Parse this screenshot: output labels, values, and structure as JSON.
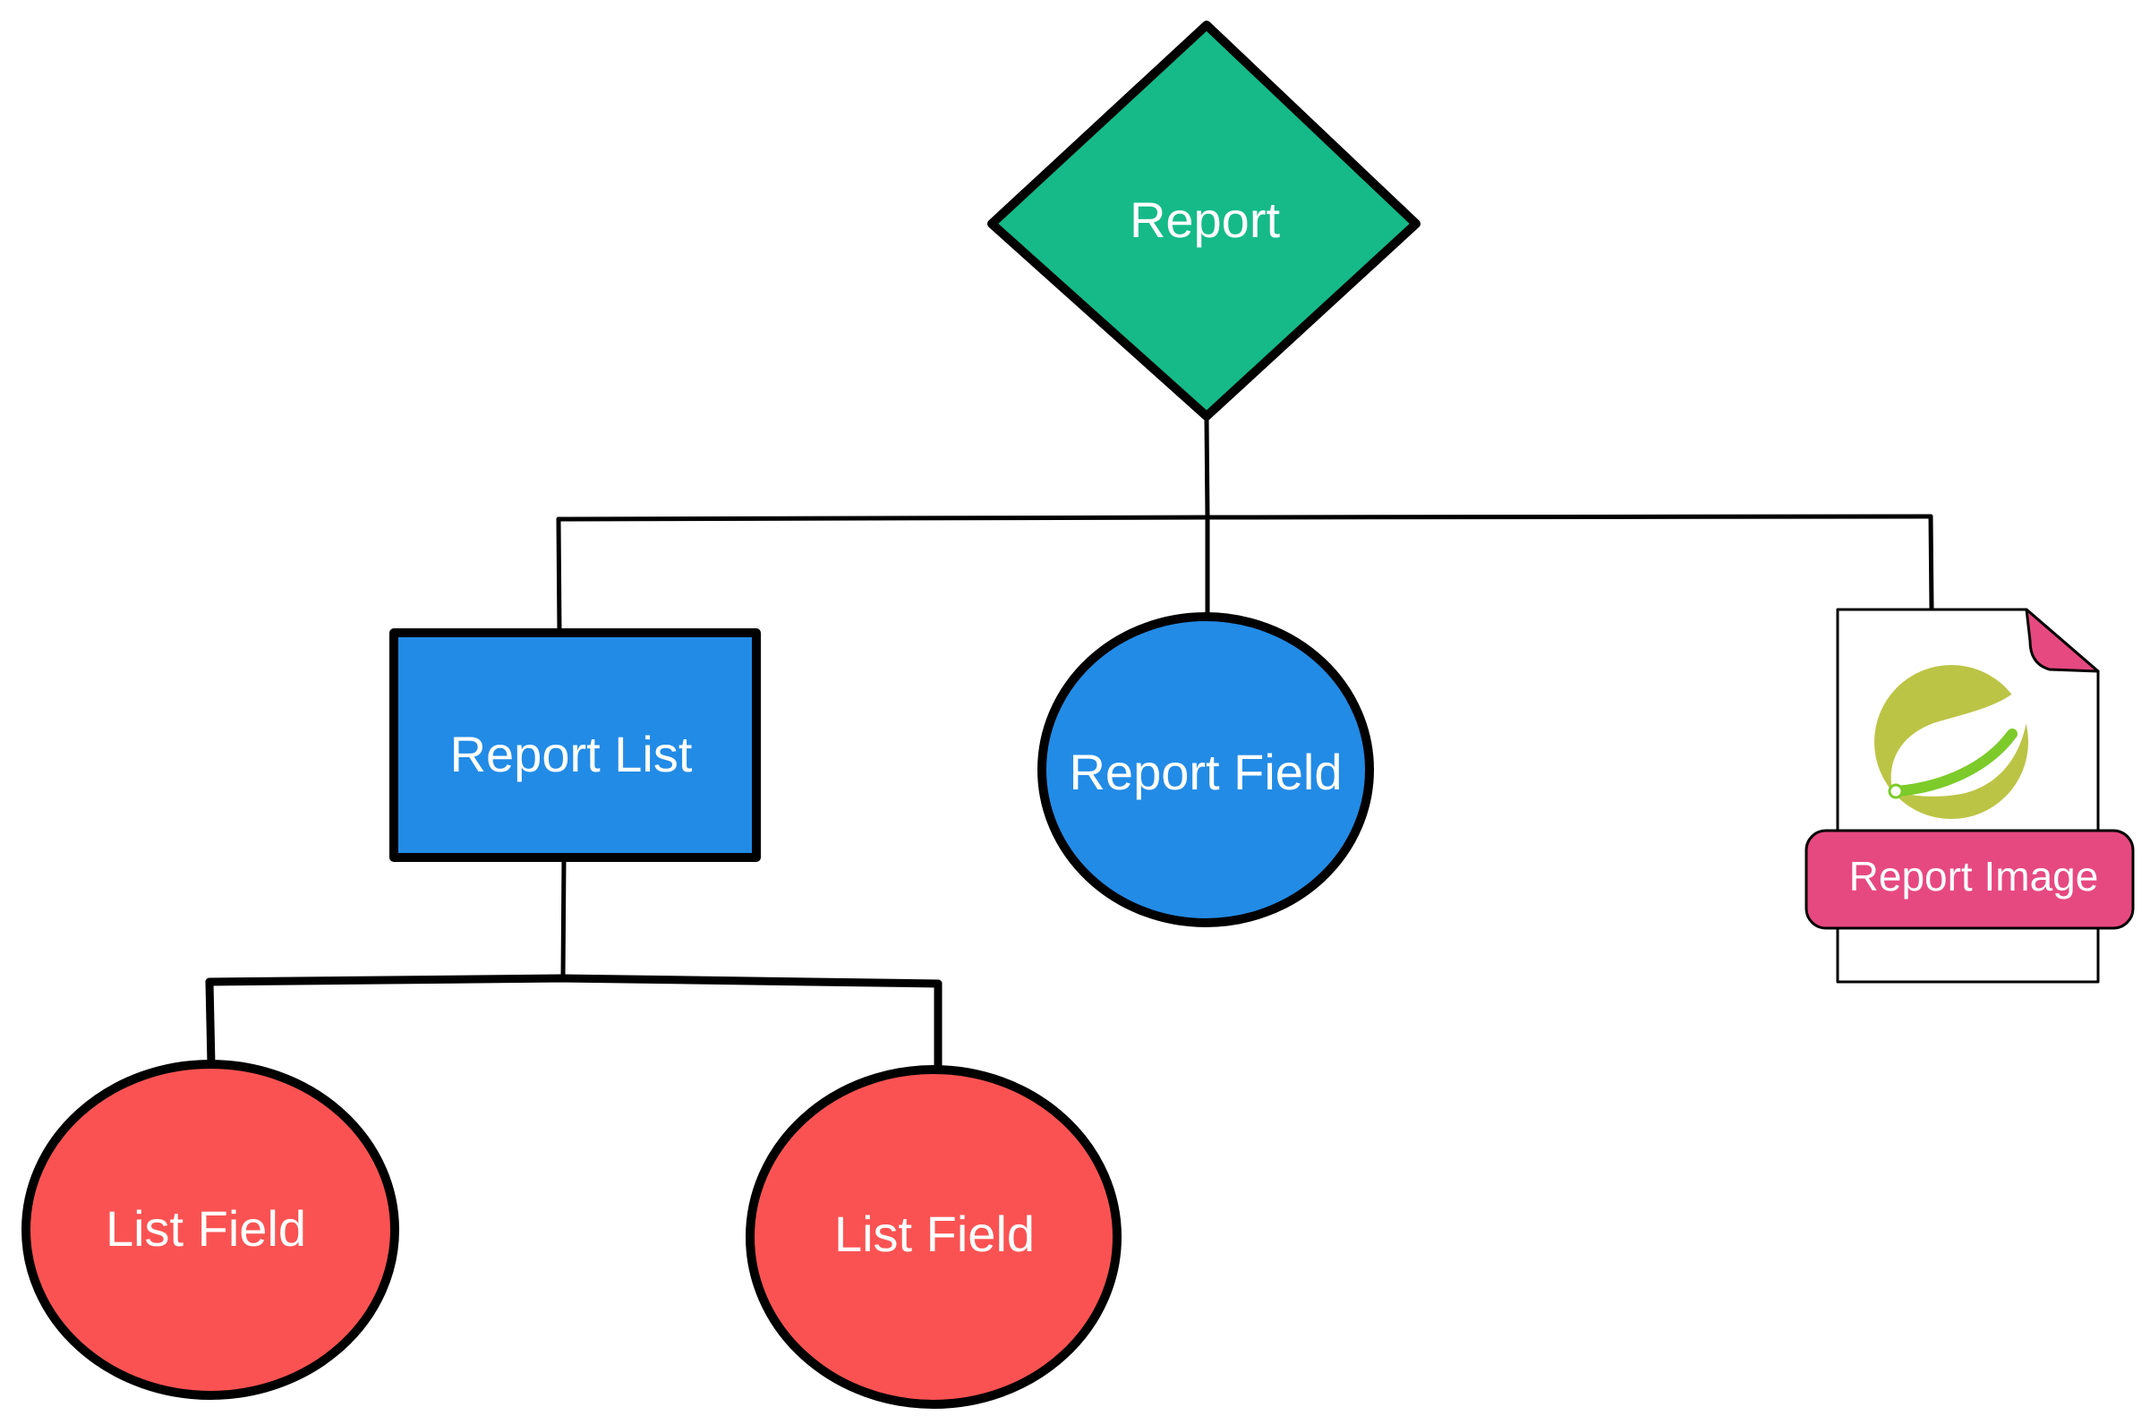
{
  "nodes": {
    "report": {
      "label": "Report",
      "shape": "diamond",
      "color": "#15BA88"
    },
    "report_list": {
      "label": "Report List",
      "shape": "rectangle",
      "color": "#228BE6"
    },
    "report_field": {
      "label": "Report Field",
      "shape": "ellipse",
      "color": "#228BE6"
    },
    "report_image": {
      "label": "Report Image",
      "shape": "document",
      "color": "#E64980",
      "icon": "spring-leaf-icon",
      "icon_color": "#BCC445",
      "icon_accent": "#7CCB2A"
    },
    "list_field_1": {
      "label": "List Field",
      "shape": "ellipse",
      "color": "#FA5252"
    },
    "list_field_2": {
      "label": "List Field",
      "shape": "ellipse",
      "color": "#FA5252"
    }
  },
  "edges": [
    {
      "from": "report",
      "to": "report_list"
    },
    {
      "from": "report",
      "to": "report_field"
    },
    {
      "from": "report",
      "to": "report_image"
    },
    {
      "from": "report_list",
      "to": "list_field_1"
    },
    {
      "from": "report_list",
      "to": "list_field_2"
    }
  ]
}
